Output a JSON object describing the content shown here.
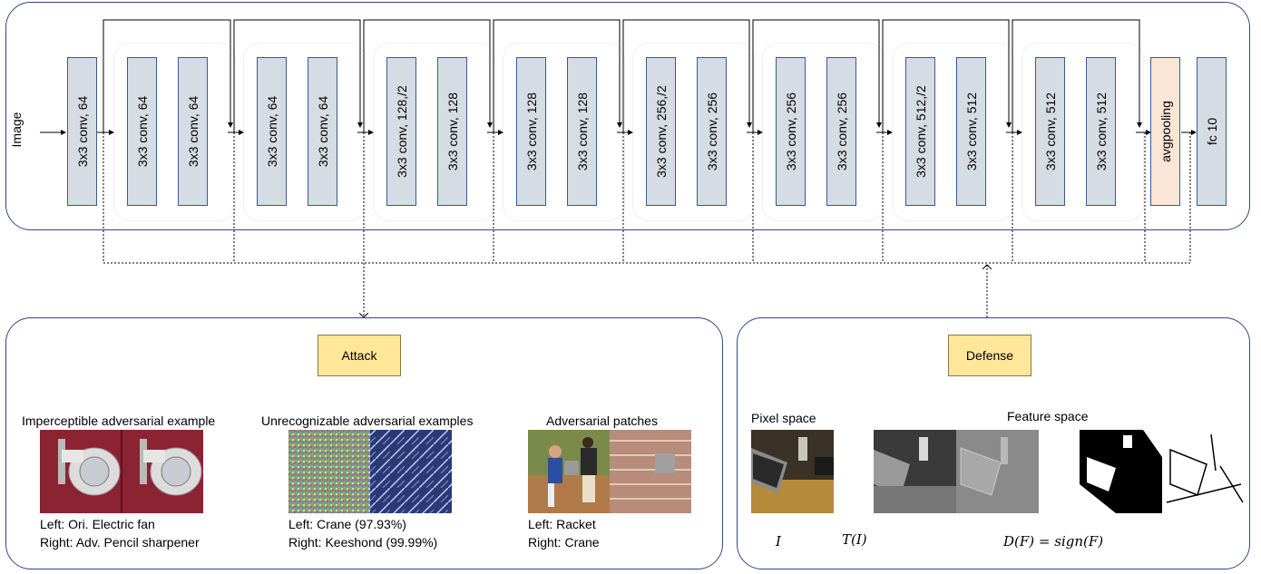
{
  "network": {
    "input_label": "Image",
    "stem_layer": "3x3 conv, 64",
    "blocks": [
      {
        "layers": [
          "3x3 conv, 64",
          "3x3 conv, 64"
        ]
      },
      {
        "layers": [
          "3x3 conv, 64",
          "3x3 conv, 64"
        ]
      },
      {
        "layers": [
          "3x3 conv, 128,/2",
          "3x3 conv, 128"
        ]
      },
      {
        "layers": [
          "3x3 conv, 128",
          "3x3 conv, 128"
        ]
      },
      {
        "layers": [
          "3x3 conv, 256,/2",
          "3x3 conv, 256"
        ]
      },
      {
        "layers": [
          "3x3 conv, 256",
          "3x3 conv, 256"
        ]
      },
      {
        "layers": [
          "3x3 conv, 512,/2",
          "3x3 conv, 512"
        ]
      },
      {
        "layers": [
          "3x3 conv, 512",
          "3x3 conv, 512"
        ]
      }
    ],
    "pool_layer": "avgpooling",
    "fc_layer": "fc 10"
  },
  "attack": {
    "tag": "Attack",
    "examples": [
      {
        "title": "Imperceptible adversarial example",
        "captions": [
          "Left: Ori. Electric fan",
          "Right: Adv. Pencil sharpener"
        ]
      },
      {
        "title": "Unrecognizable adversarial examples",
        "captions": [
          "Left: Crane (97.93%)",
          "Right: Keeshond (99.99%)"
        ]
      },
      {
        "title": "Adversarial patches",
        "captions": [
          "Left: Racket",
          "Right: Crane"
        ]
      }
    ]
  },
  "defense": {
    "tag": "Defense",
    "pixel_space": "Pixel space",
    "feature_space": "Feature space",
    "math_i": "I",
    "math_t": "T(I)",
    "math_d": "D(F) = sign(F)"
  },
  "colors": {
    "panel_border": "#2f4a7a",
    "conv_fill": "#d6dce4",
    "pool_fill": "#fbe5d6",
    "tag_fill": "#ffe699"
  }
}
